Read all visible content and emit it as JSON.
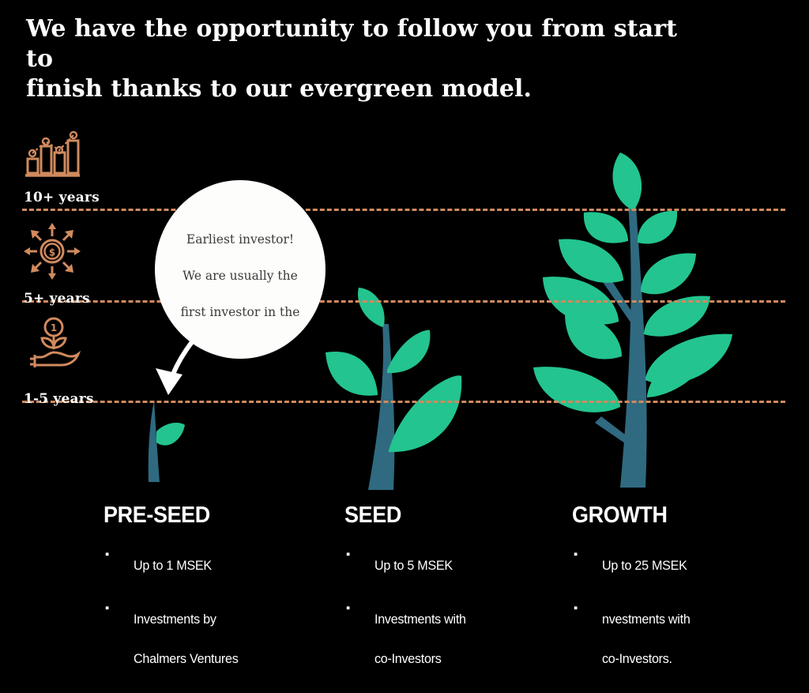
{
  "headline": "We have the opportunity to follow you from start to\nfinish thanks to our evergreen model.",
  "colors": {
    "background": "#000000",
    "accent_copper": "#d08a5e",
    "leaf_green": "#23c48f",
    "stem_teal": "#2f6a80",
    "text_white": "#ffffff",
    "bubble_fill": "#fdfdfb",
    "bubble_text": "#3b3b3b"
  },
  "timeline": {
    "labels": [
      {
        "text": "10+ years"
      },
      {
        "text": "5+ years"
      },
      {
        "text": "1-5 years"
      }
    ],
    "icons": [
      {
        "name": "bar-chart-growth-icon"
      },
      {
        "name": "coin-expansion-arrows-icon"
      },
      {
        "name": "hand-holding-plant-coin-icon"
      }
    ]
  },
  "callout": {
    "text": "Earliest investor!\nWe are usually the\nfirst investor in the",
    "arrow": "curved-arrow-down"
  },
  "stages": [
    {
      "id": "pre-seed",
      "title": "PRE-SEED",
      "bullets": [
        "Up to 1 MSEK",
        "Investments by\nChalmers Ventures"
      ],
      "plant": "sprout-single-leaf"
    },
    {
      "id": "seed",
      "title": "SEED",
      "bullets": [
        "Up to 5 MSEK",
        "Investments with\nco-Investors"
      ],
      "plant": "young-plant-four-leaves"
    },
    {
      "id": "growth",
      "title": "GROWTH",
      "bullets": [
        "Up to 25 MSEK",
        "nvestments with\nco-Investors."
      ],
      "plant": "mature-tree-many-leaves"
    }
  ]
}
